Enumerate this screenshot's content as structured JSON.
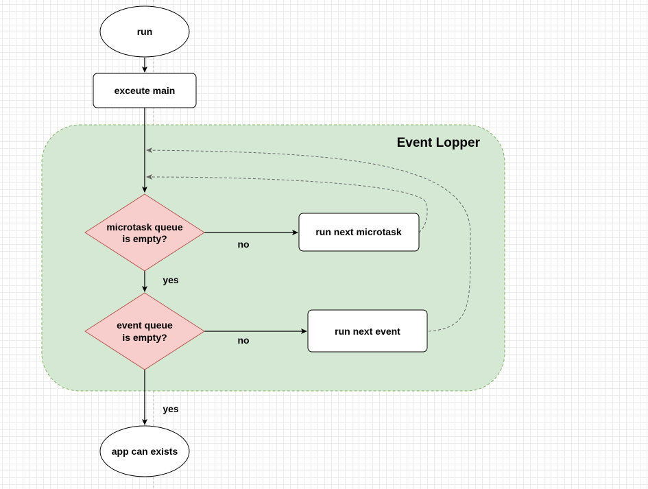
{
  "colors": {
    "container_fill": "#d5e8d4",
    "container_stroke": "#82b366",
    "decision_fill": "#f8cecc",
    "decision_stroke": "#b85450",
    "node_fill": "#ffffff",
    "node_stroke": "#000000",
    "loop_arrow": "#666666"
  },
  "container": {
    "title": "Event Lopper"
  },
  "nodes": {
    "start": {
      "label": "run",
      "shape": "ellipse"
    },
    "main": {
      "label": "exceute main",
      "shape": "rounded-rectangle"
    },
    "microtask_check": {
      "lines": [
        "microtask queue",
        "is empty?"
      ],
      "shape": "diamond"
    },
    "microtask_run": {
      "label": "run next microtask",
      "shape": "rounded-rectangle"
    },
    "event_check": {
      "lines": [
        "event queue",
        "is empty?"
      ],
      "shape": "diamond"
    },
    "event_run": {
      "label": "run next event",
      "shape": "rounded-rectangle"
    },
    "end": {
      "label": "app can exists",
      "shape": "ellipse"
    }
  },
  "edges": {
    "micro_no": "no",
    "micro_yes": "yes",
    "event_no": "no",
    "event_yes": "yes"
  }
}
